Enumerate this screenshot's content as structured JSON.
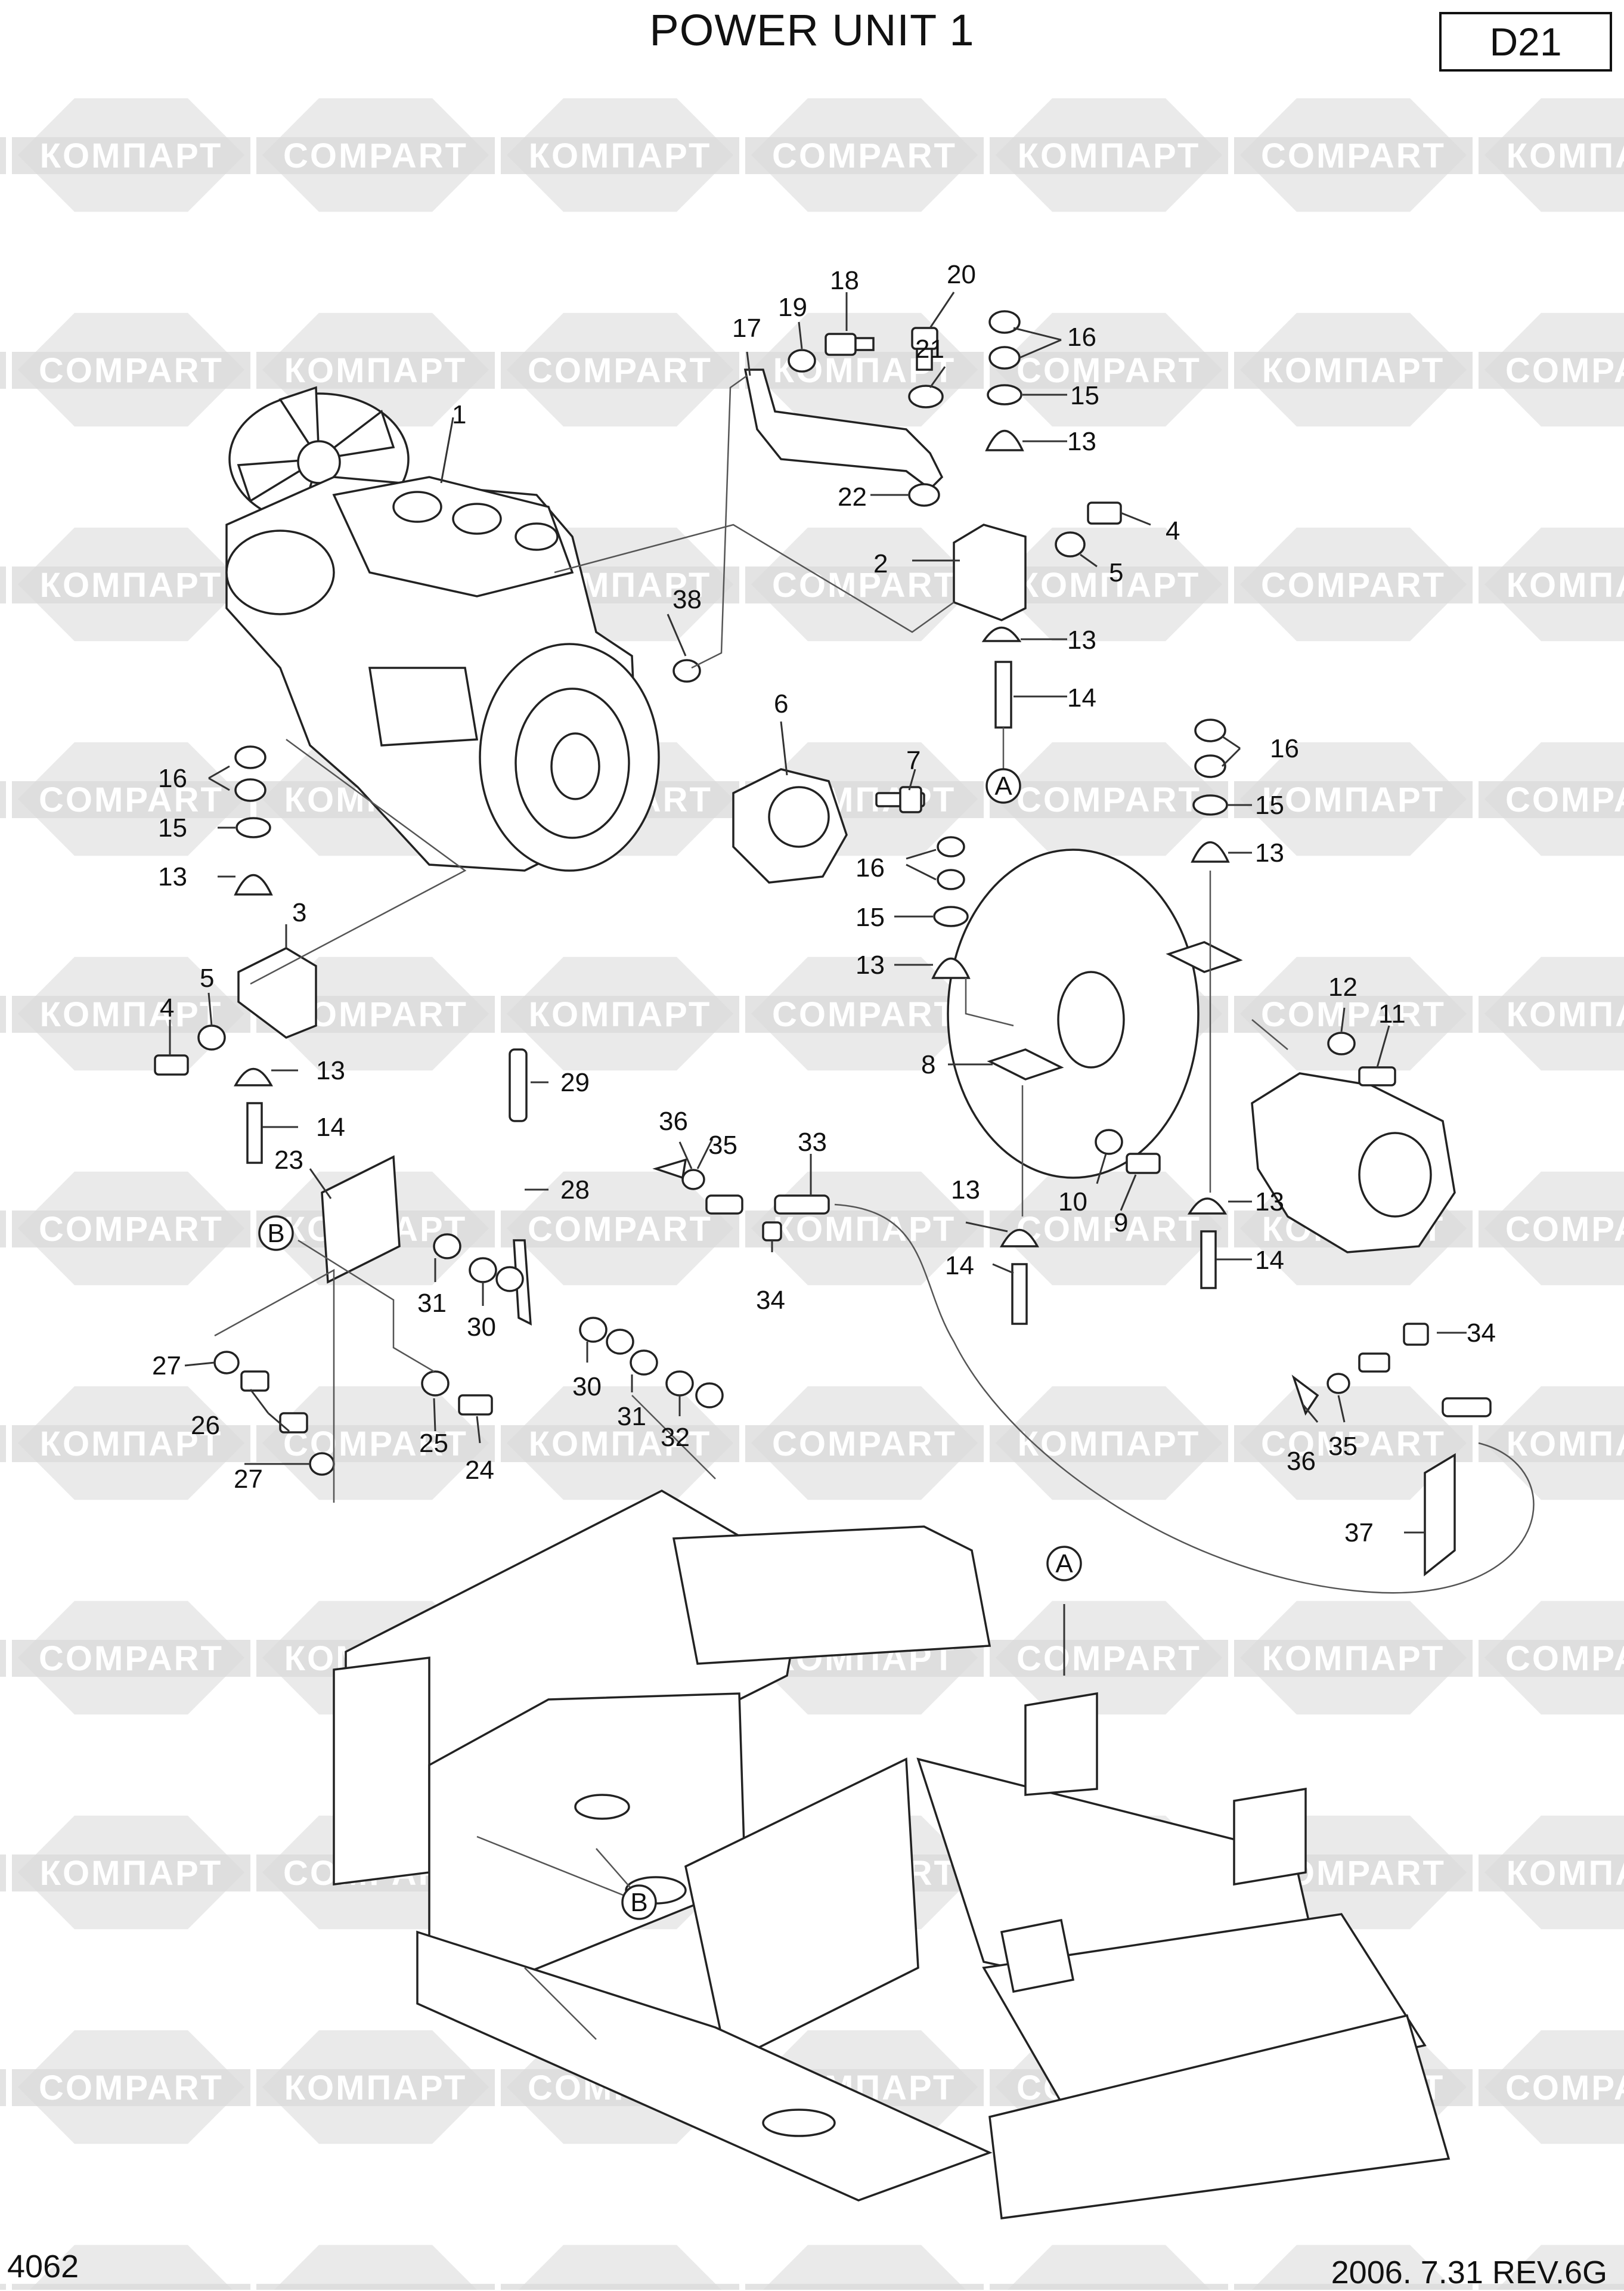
{
  "title": "POWER UNIT 1",
  "diagram_code": "D21",
  "page_number": "4062",
  "revision": "2006. 7.31  REV.6G",
  "watermark": {
    "text_cyrillic": "КОМПАРТ",
    "text_latin": "COMPART",
    "color": "#d9d9d9"
  },
  "callouts": {
    "c1": "1",
    "c2": "2",
    "c3": "3",
    "c4a": "4",
    "c4b": "4",
    "c5a": "5",
    "c5b": "5",
    "c6": "6",
    "c7": "7",
    "c8": "8",
    "c9": "9",
    "c10": "10",
    "c11": "11",
    "c12": "12",
    "c13a": "13",
    "c13b": "13",
    "c13c": "13",
    "c13d": "13",
    "c13e": "13",
    "c13f": "13",
    "c13g": "13",
    "c13h": "13",
    "c14a": "14",
    "c14b": "14",
    "c14c": "14",
    "c14d": "14",
    "c15a": "15",
    "c15b": "15",
    "c15c": "15",
    "c15d": "15",
    "c16a": "16",
    "c16b": "16",
    "c16c": "16",
    "c16d": "16",
    "c17": "17",
    "c18": "18",
    "c19": "19",
    "c20": "20",
    "c21": "21",
    "c22": "22",
    "c23": "23",
    "c24": "24",
    "c25": "25",
    "c26": "26",
    "c27a": "27",
    "c27b": "27",
    "c28": "28",
    "c29": "29",
    "c30a": "30",
    "c30b": "30",
    "c31a": "31",
    "c31b": "31",
    "c32": "32",
    "c33": "33",
    "c34a": "34",
    "c34b": "34",
    "c35a": "35",
    "c35b": "35",
    "c36a": "36",
    "c36b": "36",
    "c37": "37",
    "c38": "38"
  },
  "markers": {
    "a1": "A",
    "a2": "A",
    "b1": "B",
    "b2": "B"
  }
}
